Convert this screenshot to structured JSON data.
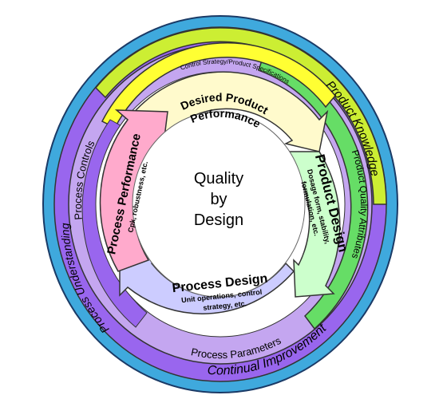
{
  "center": {
    "line1": "Quality",
    "line2": "by",
    "line3": "Design"
  },
  "rings": {
    "outer_top": "Product Knowledge",
    "outer_bottom": "Continual Improvement",
    "green_right": "Product Quality Attributes",
    "yellow_top": "Control Strategy/Product Specifications",
    "violet_left": "Process Controls",
    "violet_bottom": "Process Parameters",
    "process_understanding": "Process Understanding"
  },
  "segments": {
    "desired": {
      "title1": "Desired Product",
      "title2": "Performance"
    },
    "product_design": {
      "title": "Product Design",
      "sub1": "Dosage form, stability,",
      "sub2": "formulation, etc."
    },
    "process_design": {
      "title": "Process Design",
      "sub1": "Unit operations, control",
      "sub2": "strategy, etc."
    },
    "process_performance": {
      "title": "Process Performance",
      "sub": "Cpk, robustness, etc."
    }
  },
  "colors": {
    "blue": "#3fa9dd",
    "lime": "#ccee33",
    "green": "#66dd66",
    "yellow": "#ffff33",
    "purple": "#9966ee",
    "lavender": "#c4a6f0",
    "cream": "#fffacc",
    "mint": "#ccffcc",
    "periwinkle": "#ccccff",
    "pink": "#ffaacc",
    "pink_inner": "#ffd6c8"
  }
}
